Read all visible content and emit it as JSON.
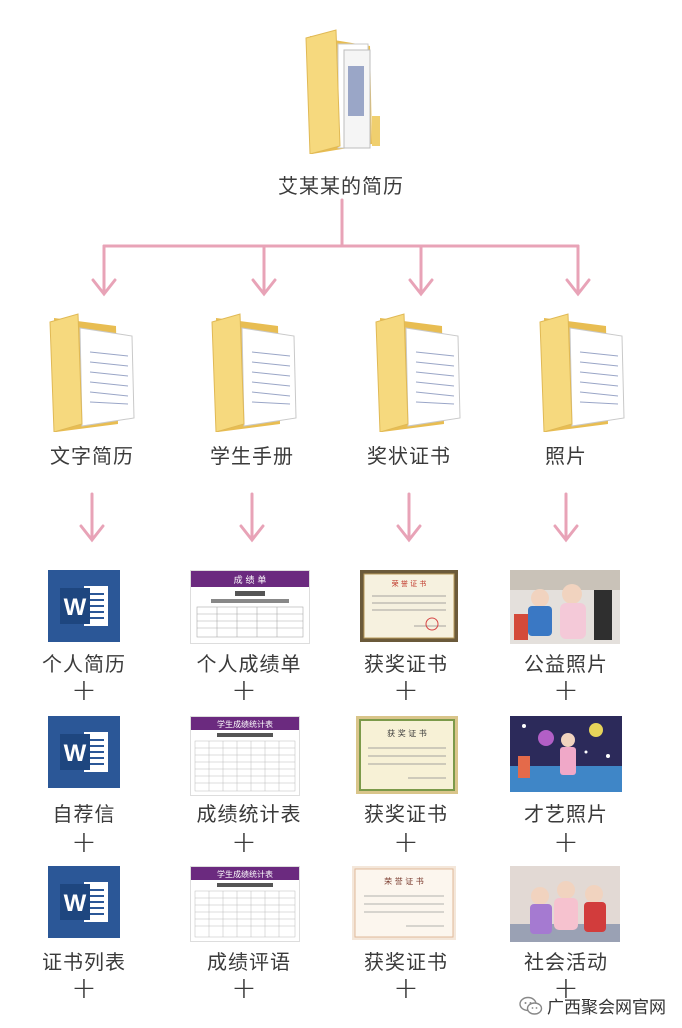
{
  "root": {
    "label": "艾某某的简历"
  },
  "categories": [
    {
      "label": "文字简历"
    },
    {
      "label": "学生手册"
    },
    {
      "label": "奖状证书"
    },
    {
      "label": "照片"
    }
  ],
  "columns": [
    {
      "items": [
        {
          "label": "个人简历",
          "icon": "word-icon"
        },
        {
          "label": "自荐信",
          "icon": "word-icon"
        },
        {
          "label": "证书列表",
          "icon": "word-icon"
        }
      ]
    },
    {
      "items": [
        {
          "label": "个人成绩单",
          "icon": "transcript-thumbnail",
          "thumb_header": "成 绩 单"
        },
        {
          "label": "成绩统计表",
          "icon": "stats-table-thumbnail",
          "thumb_header": "学生成绩统计表"
        },
        {
          "label": "成绩评语",
          "icon": "stats-table-thumbnail",
          "thumb_header": "学生成绩统计表"
        }
      ]
    },
    {
      "items": [
        {
          "label": "获奖证书",
          "icon": "certificate-thumbnail",
          "thumb_header": "荣 誉 证 书"
        },
        {
          "label": "获奖证书",
          "icon": "certificate-thumbnail",
          "thumb_header": "获 奖 证 书"
        },
        {
          "label": "获奖证书",
          "icon": "certificate-thumbnail",
          "thumb_header": "荣 誉 证 书"
        }
      ]
    },
    {
      "items": [
        {
          "label": "公益照片",
          "icon": "photo-thumbnail"
        },
        {
          "label": "才艺照片",
          "icon": "photo-thumbnail"
        },
        {
          "label": "社会活动",
          "icon": "photo-thumbnail"
        }
      ]
    }
  ],
  "plus_sign": "+",
  "word_letter": "W",
  "watermark": {
    "text": "广西聚会网官网",
    "icon": "wechat-icon"
  },
  "colors": {
    "arrow": "#e8a3b7",
    "folder": "#f3d073",
    "word": "#2b5797",
    "purple_header": "#6b2a7f"
  }
}
